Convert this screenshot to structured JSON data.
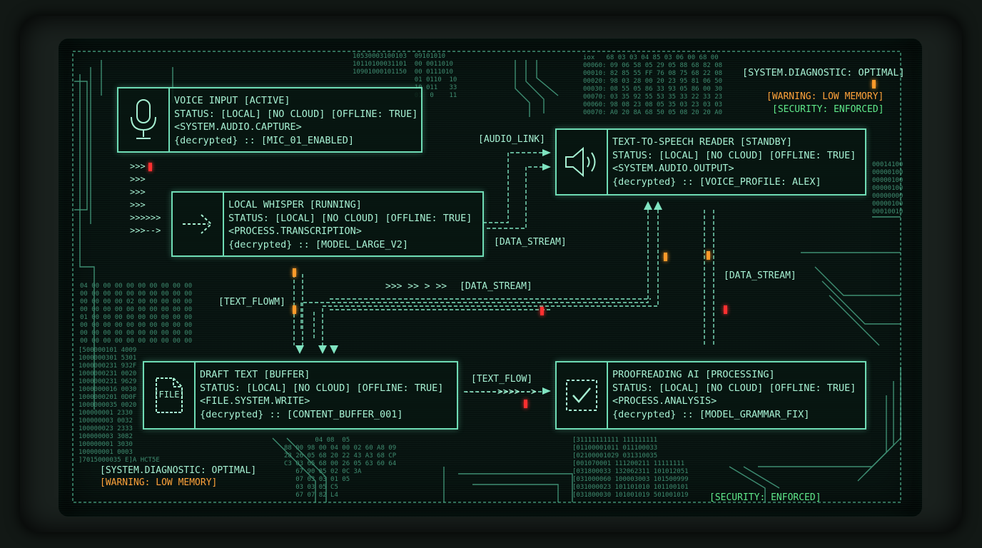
{
  "status": {
    "diagnostic": "[SYSTEM.DIAGNOSTIC: OPTIMAL]",
    "warning": "[WARNING: LOW MEMORY]",
    "security": "[SECURITY: ENFORCED]"
  },
  "panels": {
    "voice_input": {
      "icon": "microphone-icon",
      "line1": "VOICE INPUT [ACTIVE]",
      "line2": "STATUS: [LOCAL] [NO CLOUD] [OFFLINE: TRUE]",
      "line3": "<SYSTEM.AUDIO.CAPTURE>",
      "line4": "{decrypted} :: [MIC_01_ENABLED]"
    },
    "local_whisper": {
      "icon": "flow-arrow-icon",
      "line1": "LOCAL WHISPER [RUNNING]",
      "line2": "STATUS: [LOCAL] [NO CLOUD] [OFFLINE: TRUE]",
      "line3": "<PROCESS.TRANSCRIPTION>",
      "line4": "{decrypted} :: [MODEL_LARGE_V2]"
    },
    "tts_reader": {
      "icon": "speaker-icon",
      "line1": "TEXT-TO-SPEECH READER [STANDBY]",
      "line2": "STATUS: [LOCAL] [NO CLOUD] [OFFLINE: TRUE]",
      "line3": "<SYSTEM.AUDIO.OUTPUT>",
      "line4": "{decrypted} :: [VOICE_PROFILE: ALEX]"
    },
    "draft_text": {
      "icon": "file-icon",
      "icon_label": "[FILE]",
      "line1": "DRAFT TEXT [BUFFER]",
      "line2": "STATUS: [LOCAL] [NO CLOUD] [OFFLINE: TRUE]",
      "line3": "<FILE.SYSTEM.WRITE>",
      "line4": "{decrypted} :: [CONTENT_BUFFER_001]"
    },
    "proofreading": {
      "icon": "checkmark-icon",
      "line1": "PROOFREADING AI [PROCESSING]",
      "line2": "STATUS: [LOCAL] [NO CLOUD] [OFFLINE: TRUE]",
      "line3": "<PROCESS.ANALYSIS>",
      "line4": "{decrypted} :: [MODEL_GRAMMAR_FIX]"
    }
  },
  "labels": {
    "audio_link": "[AUDIO_LINK]",
    "data_stream": "[DATA_STREAM]",
    "text_flowm": "[TEXT_FLOWM]",
    "text_flow": "[TEXT_FLOW]"
  },
  "arrow_stack": ">>>\n>>>\n>>>\n>>>\n>>>>>>\n>>>-->",
  "flow_arrows": ">>> >> > >>",
  "flow_arrows_2": "------>>>>-->",
  "hex": {
    "top_a": "10530003100103  09101010\n10110100031101  00 0011010\n10901000101150  00 0111010\n                01 0110  10\n                10 011   33\n                01  0    11",
    "top_b": "iox   68 03 03 04 85 03 06 00 68 00\n00060: 09 06 58 05 29 05 88 68 82 08\n00010: 82 85 55 FF 76 08 75 68 22 08\n00020: 98 03 28 00 20 23 95 81 06 50\n00030: 08 55 05 86 33 93 05 86 00 30\n00070: 03 35 92 55 53 35 33 22 33 23\n00060: 98 08 23 08 05 35 03 23 03 03\n00070: A0 20 8A 68 50 05 08 20 20 A0",
    "left_mid": "04 00 00 00 00 00 00 00 00 00\n00 00 00 00 00 00 00 00 00 00\n00 00 00 00 02 00 00 00 00 00\n00 00 00 00 00 00 00 00 00 00\n01 00 00 00 00 00 00 00 00 00\n00 00 00 00 00 00 00 00 00 00\n00 00 00 00 00 00 00 00 00 00\n00 00 00 00 00 00 00 00 00 00",
    "left_low": "[500000101 4009\n1000000301 5301\n1000000231 932F\n1000000231 0020\n1000000231 9629\n1000000016 0030\n1000000201 0D0F\n1000000035 0020\n100000001 2330\n100000003 0032\n100000023 2333\n100000003 3082\n100000001 3030\n100000001 0003\n]7015000035 E]A HCT5E",
    "bottom_mid": "        04 08  05\n88 00 98 00 04 00 02 60 A8 09\n28 26 05 68 20 22 43 A3 68 CP\nC3 03 65 68 00 26 05 63 60 64\n   67 90 85 02 0C 3A\n   07 03 03 01 05\n   03 03 05 C5\n   67 07 82 L4",
    "bottom_right": "[31111111111 111111111\n[01100001011 011100033\n[02100001029 031310035\n[001070001 111200211 11111111\n[031800033 132062311 101012051\n[031000060 100003003 101500999\n[031000023 101101010 101100101\n[031800030 101001019 501001019",
    "right_edge": "00014100\n00000100\n00000100\n00000100\n00000000\n00000100\n00010010"
  }
}
